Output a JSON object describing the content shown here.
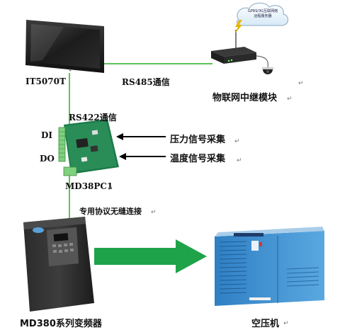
{
  "labels": {
    "hmi": "IT5070T",
    "rs485": "RS485通信",
    "iot_module": "物联网中继模块",
    "rs422": "RS422通信",
    "di": "DI",
    "do": "DO",
    "pressure": "压力信号采集",
    "temperature": "温度信号采集",
    "card": "MD38PC1",
    "protocol": "专用协议无缝连接",
    "inverter": "MD380系列变频器",
    "compressor": "空压机",
    "cloud_line1": "GPRS/3G互联网络",
    "cloud_line2": "远程服务器",
    "return_mark": "↵"
  },
  "colors": {
    "link_green": "#5cc35c",
    "arrow_green": "#1fa34a",
    "compressor_blue": "#3e8fd0"
  }
}
